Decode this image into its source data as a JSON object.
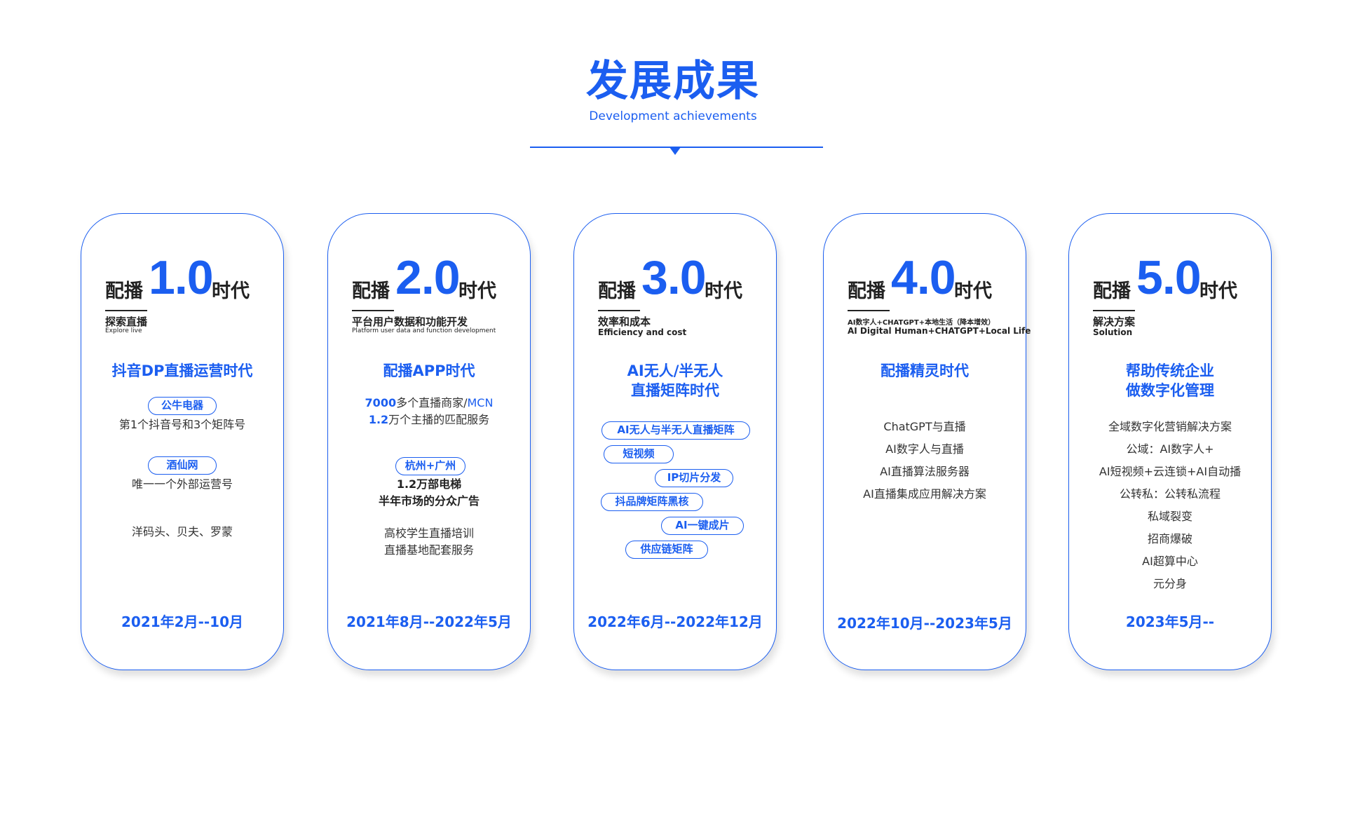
{
  "header": {
    "title": "发展成果",
    "subtitle": "Development achievements"
  },
  "cards": [
    {
      "prefix": "配播",
      "num": "1.0",
      "suffix": "时代",
      "label_cn": "探索直播",
      "label_en": "Explore live",
      "title": "抖音DP直播运营时代",
      "pill1": "公牛电器",
      "desc1": "第1个抖音号和3个矩阵号",
      "pill2": "酒仙网",
      "desc2": "唯一一个外部运营号",
      "desc3": "洋码头、贝夫、罗蒙",
      "date": "2021年2月--10月"
    },
    {
      "prefix": "配播",
      "num": "2.0",
      "suffix": "时代",
      "label_cn": "平台用户数据和功能开发",
      "label_en": "Platform user data and function development",
      "title": "配播APP时代",
      "line1_num": "7000",
      "line1_mid": "多个直播商家/",
      "line1_end": "MCN",
      "line2_num": "1.2",
      "line2_text": "万个主播的匹配服务",
      "pill1": "杭州+广州",
      "bold1": "1.2万部电梯",
      "bold2": "半年市场的分众广告",
      "desc1": "高校学生直播培训",
      "desc2": "直播基地配套服务",
      "date": "2021年8月--2022年5月"
    },
    {
      "prefix": "配播",
      "num": "3.0",
      "suffix": "时代",
      "label_cn": "效率和成本",
      "label_en": "Efficiency and cost",
      "title_line1": "AI无人/半无人",
      "title_line2": "直播矩阵时代",
      "pills": [
        "AI无人与半无人直播矩阵",
        "短视频",
        "IP切片分发",
        "抖品牌矩阵黑核",
        "AI一键成片",
        "供应链矩阵"
      ],
      "date": "2022年6月--2022年12月"
    },
    {
      "prefix": "配播",
      "num": "4.0",
      "suffix": "时代",
      "label_cn": "AI数字人+CHATGPT+本地生活（降本增效）",
      "label_en": "AI Digital Human+CHATGPT+Local Life",
      "title": "配播精灵时代",
      "items": [
        "ChatGPT与直播",
        "AI数字人与直播",
        "AI直播算法服务器",
        "AI直播集成应用解决方案"
      ],
      "date": "2022年10月--2023年5月"
    },
    {
      "prefix": "配播",
      "num": "5.0",
      "suffix": "时代",
      "label_cn": "解决方案",
      "label_en": "Solution",
      "title_line1": "帮助传统企业",
      "title_line2": "做数字化管理",
      "items": [
        "全域数字化营销解决方案",
        "公域：AI数字人+",
        "AI短视频+云连锁+AI自动播",
        "公转私：公转私流程",
        "私域裂变",
        "招商爆破",
        "AI超算中心",
        "元分身"
      ],
      "date": "2023年5月--"
    }
  ]
}
